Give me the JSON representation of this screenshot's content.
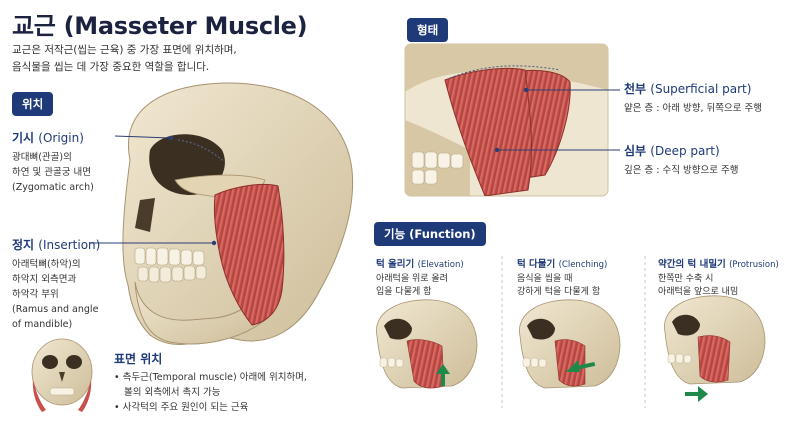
{
  "header": {
    "title_kr": "교근",
    "title_en": "(Masseter Muscle)",
    "intro_line1": "교근은 저작근(씹는 근육) 중 가장 표면에 위치하며,",
    "intro_line2": "음식물을 씹는 데 가장 중요한 역할을 합니다."
  },
  "position_section": {
    "pill_label": "위치",
    "origin": {
      "title_kr": "기시",
      "title_en": "(Origin)",
      "lines": [
        "광대뼈(관골)의",
        "하연 및 관골궁 내면",
        "(Zygomatic arch)"
      ]
    },
    "insertion": {
      "title_kr": "정지",
      "title_en": "(Insertion)",
      "lines": [
        "아래턱뼈(하악)의",
        "하악지 외측면과",
        "하악각 부위",
        "(Ramus and angle",
        "of mandible)"
      ]
    }
  },
  "surface_box": {
    "title": "표면 위치",
    "bullets": [
      "측두근(Temporal muscle) 아래에 위치하며,",
      "볼의 외측에서 촉지 가능",
      "사각턱의 주요 원인이 되는 근육"
    ]
  },
  "shape_section": {
    "pill_label": "형태",
    "superficial": {
      "title_kr": "천부",
      "title_en": "(Superficial part)",
      "desc": "얕은 층 : 아래 방향, 뒤쪽으로 주행"
    },
    "deep": {
      "title_kr": "심부",
      "title_en": "(Deep part)",
      "desc": "깊은 층 : 수직 방향으로 주행"
    }
  },
  "function_section": {
    "pill_label": "기능 (Function)",
    "items": [
      {
        "title_kr": "턱 올리기",
        "title_en": "(Elevation)",
        "lines": [
          "아래턱을 위로 올려",
          "입을 다물게 함"
        ],
        "arrow": "arrow-up-icon"
      },
      {
        "title_kr": "턱 다물기",
        "title_en": "(Clenching)",
        "lines": [
          "음식을 씹을 때",
          "강하게 턱을 다물게 함"
        ],
        "arrow": "arrow-left-icon"
      },
      {
        "title_kr": "약간의 턱 내밀기",
        "title_en": "(Protrusion)",
        "lines": [
          "한쪽만 수축 시",
          "아래턱을 앞으로 내밈"
        ],
        "arrow": "arrow-right-icon"
      }
    ]
  },
  "colors": {
    "navy": "#1f3a78",
    "muscle": "#c8504a",
    "bone": "#e9dcc0",
    "arrow": "#1e8a4a"
  }
}
